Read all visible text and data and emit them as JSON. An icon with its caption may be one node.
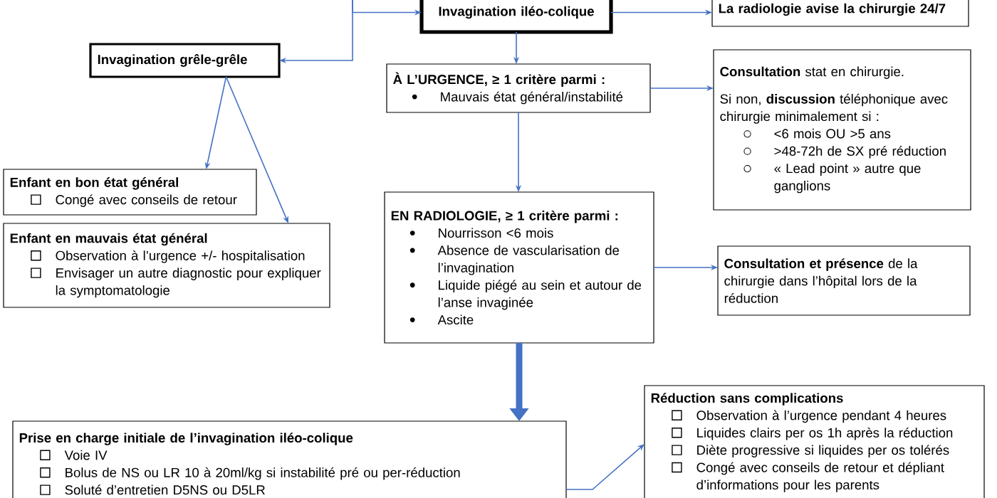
{
  "diagram": {
    "nodes": [
      {
        "text": [
          "Invagination iléo-colique"
        ]
      },
      {
        "text": [
          "La radiologie avise la chirurgie 24/7"
        ]
      },
      {
        "text": [
          "Invagination grêle-grêle"
        ]
      },
      {
        "text": [
          "À L’URGENCE, ≥ 1 critère parmi :",
          "Mauvais état général/instabilité"
        ]
      },
      {
        "text": [
          "**Consultation** stat en chirurgie.",
          "Si non, **discussion** téléphonique avec chirurgie minimalement si :",
          "<6 mois OU >5 ans",
          ">48-72h de SX pré réduction",
          "« Lead point » autre que ganglions"
        ]
      },
      {
        "text": [
          "Enfant en bon état général",
          "Congé avec conseils de retour"
        ]
      },
      {
        "text": [
          "Enfant en mauvais état général",
          "Observation à l’urgence +/- hospitalisation",
          "Envisager un autre diagnostic pour expliquer la symptomatologie"
        ]
      },
      {
        "text": [
          "EN RADIOLOGIE, ≥ 1 critère parmi :",
          "Nourrisson <6 mois",
          "Absence de vascularisation de l’invagination",
          "Liquide piégé au sein et autour de l’anse invaginée",
          "Ascite"
        ]
      },
      {
        "text": [
          "**Consultation et présence** de la chirurgie dans l’hôpital lors de la réduction"
        ]
      },
      {
        "text": [
          "Prise en charge initiale de l’invagination iléo-colique",
          "Voie IV",
          "Bolus de NS ou LR 10 à 20ml/kg si instabilité pré ou per-réduction",
          "Soluté d’entretien D5NS ou D5LR"
        ]
      },
      {
        "text": [
          "Réduction sans complications",
          "Observation à l’urgence pendant 4 heures",
          "Liquides clairs per os 1h après la réduction",
          "Diète progressive si liquides per os tolérés",
          "Congé avec conseils de retour et dépliant d’informations pour les parents"
        ]
      }
    ],
    "edges": [
      {
        "from": null,
        "to": 0,
        "arrow": "to"
      },
      {
        "from": null,
        "to": 2,
        "arrow": "to"
      },
      {
        "from": 0,
        "to": 1,
        "arrow": "to"
      },
      {
        "from": 0,
        "to": 3,
        "arrow": "to"
      },
      {
        "from": 3,
        "to": 4,
        "arrow": "to"
      },
      {
        "from": 3,
        "to": 7,
        "arrow": "to"
      },
      {
        "from": 7,
        "to": 8,
        "arrow": "to"
      },
      {
        "from": 7,
        "to": 9,
        "arrow": "to",
        "style": "thick"
      },
      {
        "from": 2,
        "to": 5,
        "arrow": "to"
      },
      {
        "from": 2,
        "to": 6,
        "arrow": "to"
      },
      {
        "from": 9,
        "to": 10,
        "arrow": "to"
      }
    ]
  }
}
